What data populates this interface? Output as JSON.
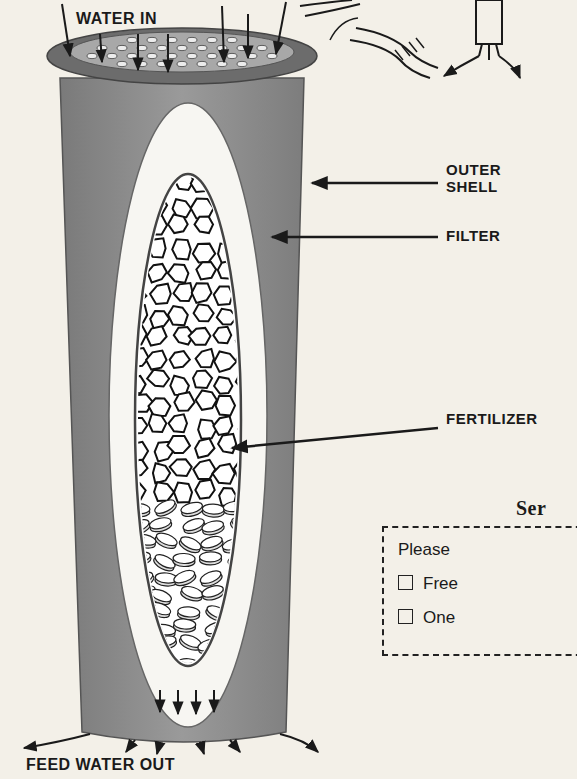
{
  "diagram": {
    "nodes": [
      {
        "text": [
          "Please",
          "Free",
          "One"
        ]
      }
    ],
    "labels": [
      "WATER IN",
      "OUTER SHELL",
      "FILTER",
      "FERTILIZER",
      "FEED WATER OUT",
      "Ser"
    ]
  }
}
